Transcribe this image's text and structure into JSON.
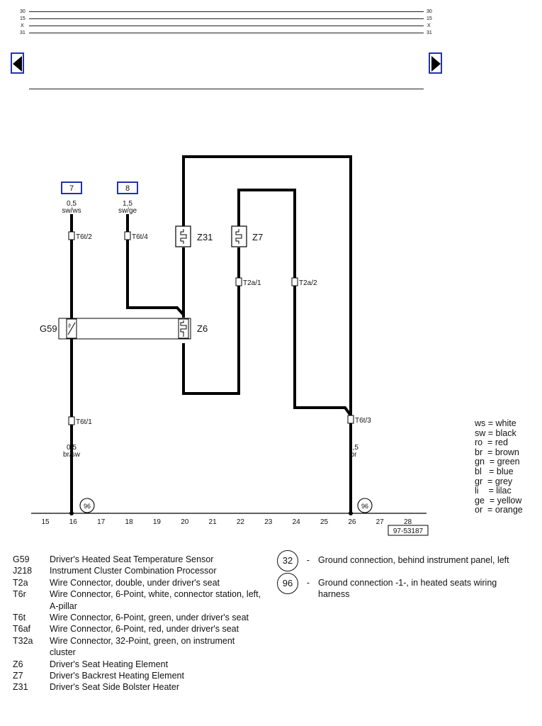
{
  "bus_labels": {
    "left": [
      "30",
      "15",
      "X",
      "31"
    ],
    "right": [
      "30",
      "15",
      "X",
      "31"
    ]
  },
  "nav": {
    "prev_icon": "triangle-left-icon",
    "next_icon": "triangle-right-icon",
    "accent_color": "#2233aa"
  },
  "fuse_refs": [
    {
      "number": "7",
      "gauge": "0,5",
      "color": "sw/ws"
    },
    {
      "number": "8",
      "gauge": "1,5",
      "color": "sw/ge"
    }
  ],
  "connectors": {
    "t6t2": "T6t/2",
    "t6t4": "T6t/4",
    "t2a1": "T2a/1",
    "t2a2": "T2a/2",
    "t6t1": "T6t/1",
    "t6t3": "T6t/3"
  },
  "components": {
    "z31": "Z31",
    "z7": "Z7",
    "z6": "Z6",
    "g59": "G59",
    "g59_symbol": "ϑ"
  },
  "lower_wires": [
    {
      "gauge": "0,5",
      "color": "br/sw"
    },
    {
      "gauge": "1,5",
      "color": "br"
    }
  ],
  "ground_markers": [
    "96",
    "96"
  ],
  "tracks": [
    "15",
    "16",
    "17",
    "18",
    "19",
    "20",
    "21",
    "22",
    "23",
    "24",
    "25",
    "26",
    "27",
    "28"
  ],
  "diagram_id": "97-53187",
  "color_legend": [
    "ws = white",
    "sw = black",
    "ro  = red",
    "br  = brown",
    "gn  = green",
    "bl   = blue",
    "gr  = grey",
    "li    = lilac",
    "ge  = yellow",
    "or  = orange"
  ],
  "component_legend": [
    {
      "code": "G59",
      "desc": "Driver's Heated Seat Temperature Sensor"
    },
    {
      "code": "J218",
      "desc": "Instrument Cluster Combination Processor"
    },
    {
      "code": "T2a",
      "desc": "Wire Connector, double, under driver's seat"
    },
    {
      "code": "T6r",
      "desc": "Wire Connector, 6-Point, white, connector station, left, A-pillar"
    },
    {
      "code": "T6t",
      "desc": "Wire Connector, 6-Point, green, under driver's seat"
    },
    {
      "code": "T6af",
      "desc": "Wire Connector, 6-Point, red, under driver's seat"
    },
    {
      "code": "T32a",
      "desc": "Wire Connector, 32-Point, green, on instrument cluster"
    },
    {
      "code": "Z6",
      "desc": "Driver's Seat Heating Element"
    },
    {
      "code": "Z7",
      "desc": "Driver's Backrest Heating Element"
    },
    {
      "code": "Z31",
      "desc": "Driver's Seat Side Bolster Heater"
    }
  ],
  "ground_legend": [
    {
      "code": "32",
      "desc": "Ground connection, behind instrument panel, left"
    },
    {
      "code": "96",
      "desc": "Ground connection -1-, in heated seats wiring harness"
    }
  ]
}
